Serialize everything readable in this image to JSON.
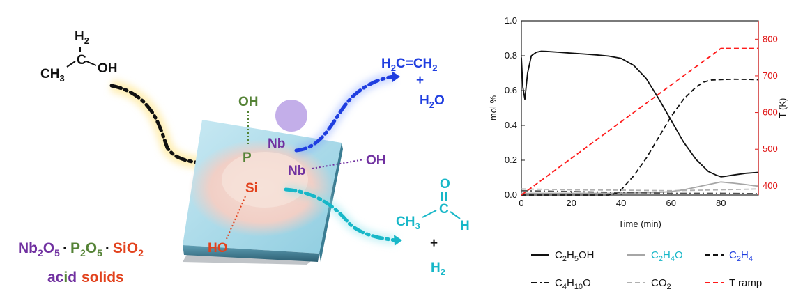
{
  "scheme": {
    "ethanol": {
      "h2_label": "H",
      "h2_sub": "2",
      "ch3_label": "CH",
      "ch3_sub": "3",
      "c_label": "C",
      "oh_label": "OH"
    },
    "sites": {
      "p_oh": "OH",
      "p": "P",
      "nb_top": "Nb",
      "nb_mid": "Nb",
      "nb_oh": "OH",
      "si": "Si",
      "si_ho": "HO"
    },
    "ethylene_product": {
      "h2c": "H",
      "h2c_sub": "2",
      "c_left": "C",
      "eq": "=",
      "ch2": "CH",
      "ch2_sub": "2",
      "plus": "+",
      "water": "H",
      "water_sub": "2",
      "water_o": "O"
    },
    "acetaldehyde_product": {
      "o": "O",
      "ch3": "CH",
      "ch3_sub": "3",
      "c": "C",
      "h": "H",
      "plus": "+",
      "h2": "H",
      "h2_sub": "2"
    },
    "catalyst_formula": {
      "nb": "Nb",
      "nb_sub": "2",
      "o1": "O",
      "o1_sub": "5",
      "dot1": "·",
      "p": "P",
      "p_sub": "2",
      "o2": "O",
      "o2_sub": "5",
      "dot2": "·",
      "si": "SiO",
      "si_sub": "2",
      "line2_a": "ac",
      "line2_i": "i",
      "line2_d": "d",
      "line2_solids": "solids"
    },
    "colors": {
      "purple": "#7030a0",
      "green": "#548235",
      "red": "#e2421d",
      "blue": "#1f3ee0",
      "cyan": "#17b7c8",
      "black": "#111111"
    }
  },
  "chart_data": {
    "type": "line",
    "xlabel": "Time (min)",
    "ylabel": "mol %",
    "y2label": "T (K)",
    "xlim": [
      0,
      95
    ],
    "ylim": [
      0,
      1.0
    ],
    "y2lim": [
      375,
      850
    ],
    "xticks": [
      0,
      20,
      40,
      60,
      80
    ],
    "yticks": [
      0.0,
      0.2,
      0.4,
      0.6,
      0.8,
      1.0
    ],
    "y2ticks": [
      400,
      500,
      600,
      700,
      800
    ],
    "grid": false,
    "series": [
      {
        "name": "C2H5OH",
        "color": "#111111",
        "dash": "solid",
        "axis": "left",
        "x": [
          0,
          0.6,
          1.4,
          2.5,
          4,
          6,
          8,
          10,
          15,
          20,
          25,
          30,
          35,
          40,
          45,
          50,
          55,
          60,
          65,
          70,
          75,
          78,
          80,
          82,
          85,
          90,
          95
        ],
        "y": [
          0.79,
          0.62,
          0.55,
          0.7,
          0.8,
          0.82,
          0.826,
          0.825,
          0.82,
          0.815,
          0.81,
          0.805,
          0.798,
          0.785,
          0.745,
          0.67,
          0.555,
          0.43,
          0.305,
          0.205,
          0.135,
          0.115,
          0.105,
          0.108,
          0.115,
          0.125,
          0.13
        ]
      },
      {
        "name": "C2H4O",
        "color": "#a6a6a6",
        "dash": "solid",
        "axis": "left",
        "x": [
          0,
          35,
          45,
          55,
          60,
          65,
          70,
          75,
          80,
          85,
          90,
          95
        ],
        "y": [
          0.01,
          0.01,
          0.012,
          0.015,
          0.02,
          0.03,
          0.045,
          0.06,
          0.075,
          0.068,
          0.06,
          0.05
        ]
      },
      {
        "name": "C2H4",
        "color": "#111111",
        "dash": "dash",
        "axis": "left",
        "x": [
          0,
          35,
          38,
          40,
          45,
          50,
          55,
          60,
          65,
          70,
          73,
          76,
          80,
          85,
          90,
          95
        ],
        "y": [
          0.0,
          0.0,
          0.01,
          0.03,
          0.11,
          0.21,
          0.33,
          0.45,
          0.55,
          0.62,
          0.648,
          0.66,
          0.663,
          0.665,
          0.664,
          0.662
        ]
      },
      {
        "name": "C4H10O",
        "color": "#555555",
        "dash": "dashdot",
        "axis": "left",
        "x": [
          0,
          20,
          40,
          60,
          80,
          95
        ],
        "y": [
          0.025,
          0.02,
          0.015,
          0.01,
          0.01,
          0.008
        ]
      },
      {
        "name": "CO2",
        "color": "#b0b0b0",
        "dash": "dash",
        "axis": "left",
        "x": [
          0,
          20,
          40,
          60,
          80,
          95
        ],
        "y": [
          0.035,
          0.03,
          0.028,
          0.025,
          0.03,
          0.035
        ]
      },
      {
        "name": "T ramp",
        "color": "#ff1a1a",
        "dash": "dash",
        "axis": "right",
        "x": [
          0,
          80,
          95
        ],
        "y": [
          375,
          775,
          775
        ]
      }
    ],
    "legend": {
      "placement": "bottom",
      "row1": [
        {
          "base": "C",
          "s1": "2",
          "mid": "H",
          "s2": "5",
          "end": "OH",
          "color": "#111111",
          "text_color": "#111111",
          "dash": "solid"
        },
        {
          "base": "C",
          "s1": "2",
          "mid": "H",
          "s2": "4",
          "end": "O",
          "color": "#a6a6a6",
          "text_color": "#17b7c8",
          "dash": "solid"
        },
        {
          "base": "C",
          "s1": "2",
          "mid": "H",
          "s2": "4",
          "end": "",
          "color": "#111111",
          "text_color": "#1f3ee0",
          "dash": "dash"
        }
      ],
      "row2": [
        {
          "base": "C",
          "s1": "4",
          "mid": "H",
          "s2": "10",
          "end": "O",
          "color": "#111111",
          "text_color": "#111111",
          "dash": "dashdot"
        },
        {
          "base": "CO",
          "s1": "2",
          "mid": "",
          "s2": "",
          "end": "",
          "color": "#b0b0b0",
          "text_color": "#111111",
          "dash": "dash"
        },
        {
          "base": "T ramp",
          "s1": "",
          "mid": "",
          "s2": "",
          "end": "",
          "color": "#ff1a1a",
          "text_color": "#111111",
          "dash": "dash"
        }
      ]
    }
  }
}
